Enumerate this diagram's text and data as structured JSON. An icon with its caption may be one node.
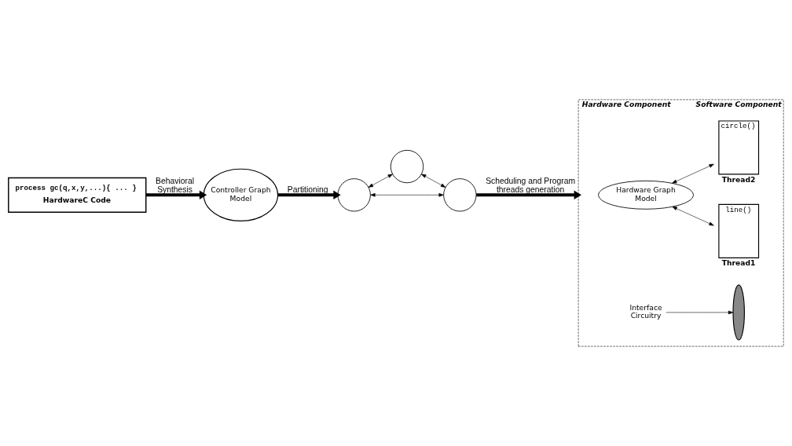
{
  "diagram": {
    "nodes": [
      {
        "text": [
          "process gc(q,x,y,...){ ... }",
          "HardwareC Code"
        ]
      },
      {
        "text": [
          "Controller Graph Model"
        ]
      },
      {
        "text": [],
        "shape": "circle"
      },
      {
        "text": [],
        "shape": "circle"
      },
      {
        "text": [],
        "shape": "circle"
      },
      {
        "text": [
          "Hardware Component",
          "Software Component"
        ]
      },
      {
        "text": [
          "Hardware Graph Model"
        ],
        "in": 5
      },
      {
        "text": [],
        "shape": "ellipse",
        "in": 5
      },
      {
        "text": [
          "line()"
        ],
        "beside": [
          "Thread1"
        ],
        "in": 5
      },
      {
        "text": [
          "circle()"
        ],
        "beside": [
          "Thread2"
        ],
        "in": 5
      },
      {
        "text": [
          "Interface Circuitry"
        ],
        "in": 5
      }
    ],
    "edges": [
      {
        "from": 0,
        "to": 1,
        "arrow": "to",
        "label": "Behavioral Synthesis",
        "style": "thick"
      },
      {
        "from": 1,
        "to": 2,
        "arrow": "to",
        "label": "Partitioning",
        "style": "thick"
      },
      {
        "from": 2,
        "to": 3,
        "arrow": "both"
      },
      {
        "from": 3,
        "to": 4,
        "arrow": "both"
      },
      {
        "from": 2,
        "to": 4,
        "arrow": "both"
      },
      {
        "from": 4,
        "to": 5,
        "arrow": "to",
        "label": "Scheduling and Program threads generation",
        "style": "thick"
      },
      {
        "from": 6,
        "to": 8,
        "arrow": "both"
      },
      {
        "from": 6,
        "to": 9,
        "arrow": "both"
      },
      {
        "from": 10,
        "to": 7,
        "arrow": "to"
      }
    ]
  }
}
